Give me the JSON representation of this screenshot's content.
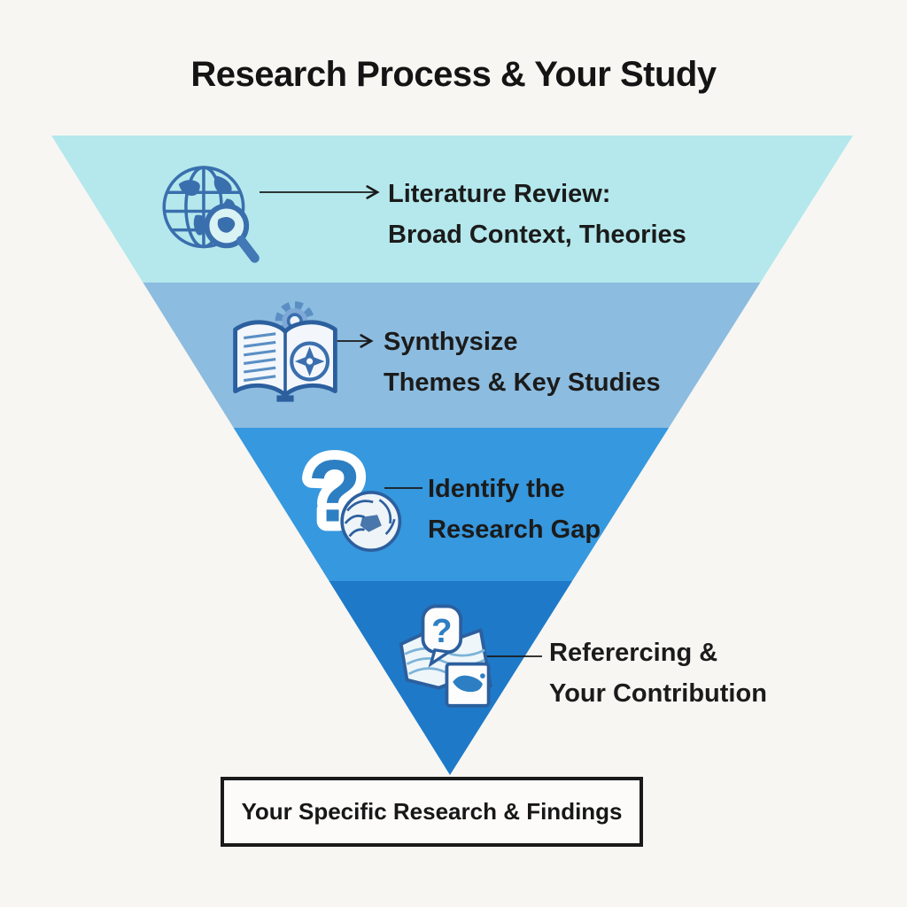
{
  "title": "Research Process & Your Study",
  "colors": {
    "background": "#f7f6f3",
    "text": "#1b1b1b",
    "icon_blue": "#3a6fae",
    "tier1": "#b4e8ec",
    "tier2": "#8cbcdf",
    "tier3": "#3698de",
    "tier4": "#1e7ac8"
  },
  "tiers": [
    {
      "line1": "Literature Review:",
      "line2": "Broad Context, Theories",
      "color": "#b4e8ec",
      "icon": "globe-magnifier-icon"
    },
    {
      "line1": "Synthysize",
      "line2": "Themes & Key Studies",
      "color": "#8cbcdf",
      "icon": "book-gear-compass-icon"
    },
    {
      "line1": "Identify the",
      "line2": "Research Gap",
      "color": "#3698de",
      "icon": "question-mark-map-icon"
    },
    {
      "line1": "Referercing &",
      "line2": "Your Contribution",
      "color": "#1e7ac8",
      "icon": "map-question-pin-icon"
    }
  ],
  "footer": {
    "label": "Your Specific Research & Findings"
  }
}
